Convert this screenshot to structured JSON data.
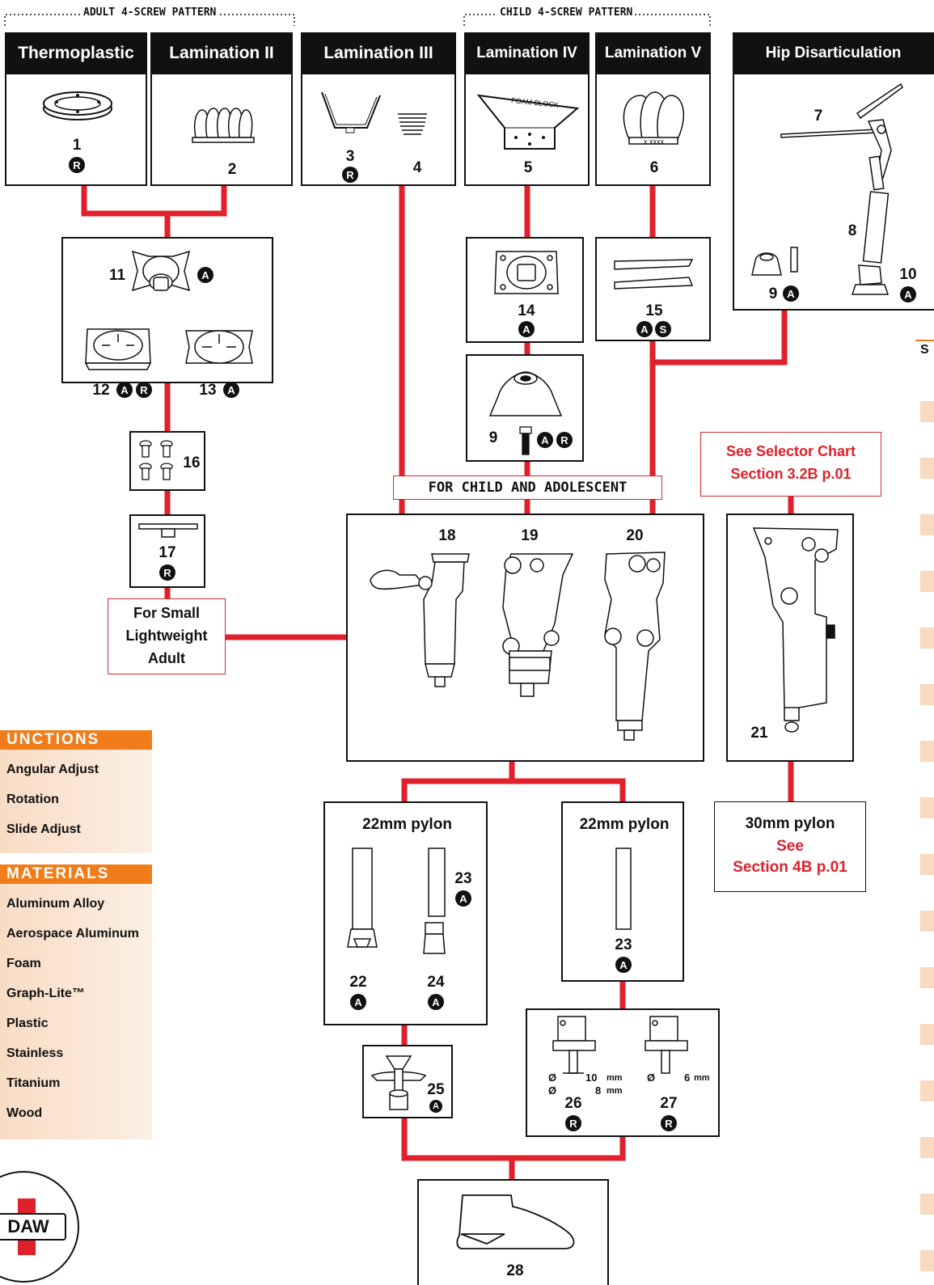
{
  "patterns": {
    "adult": "ADULT 4-SCREW PATTERN",
    "child": "CHILD 4-SCREW PATTERN"
  },
  "headers": {
    "thermoplastic": "Thermoplastic",
    "lamination2": "Lamination II",
    "lamination3": "Lamination III",
    "lamination4": "Lamination IV",
    "lamination5": "Lamination V",
    "hip": "Hip Disarticulation"
  },
  "parts": {
    "p1": "1",
    "p2": "2",
    "p3": "3",
    "p4": "4",
    "p5": "5",
    "p6": "6",
    "p7": "7",
    "p8": "8",
    "p9a": "9",
    "p10": "10",
    "p11": "11",
    "p12": "12",
    "p13": "13",
    "p14": "14",
    "p15": "15",
    "p9b": "9",
    "p16": "16",
    "p17": "17",
    "p18": "18",
    "p19": "19",
    "p20": "20",
    "p21": "21",
    "p22": "22",
    "p23a": "23",
    "p24": "24",
    "p23b": "23",
    "p25": "25",
    "p26": "26",
    "p27": "27",
    "p28": "28"
  },
  "badges": {
    "A": "A",
    "R": "R",
    "S": "S"
  },
  "illustration_text": {
    "foam_block": "FOAM BLOCK",
    "diam": "Ø",
    "d10": "10",
    "d8": "8",
    "d6": "6",
    "mm": "mm"
  },
  "callouts": {
    "child_adolescent": "FOR CHILD AND ADOLESCENT",
    "small_adult_1": "For Small",
    "small_adult_2": "Lightweight",
    "small_adult_3": "Adult",
    "selector_1": "See Selector Chart",
    "selector_2": "Section 3.2B p.01",
    "pylon22_a": "22mm pylon",
    "pylon22_b": "22mm pylon",
    "pylon30": "30mm pylon",
    "pylon30_see": "See",
    "pylon30_ref": "Section 4B p.01"
  },
  "legend": {
    "functions_title": "UNCTIONS",
    "functions": [
      "Angular Adjust",
      "Rotation",
      "Slide Adjust"
    ],
    "materials_title": "MATERIALS",
    "materials": [
      "Aluminum Alloy",
      "Aerospace Aluminum",
      "Foam",
      "Graph-Lite™",
      "Plastic",
      "Stainless",
      "Titanium",
      "Wood"
    ]
  },
  "logo": {
    "text": "DAW"
  },
  "edge_letter": "S",
  "colors": {
    "connector": "#e0202a",
    "legend_header": "#f07d1a",
    "header_bg": "#111111"
  }
}
